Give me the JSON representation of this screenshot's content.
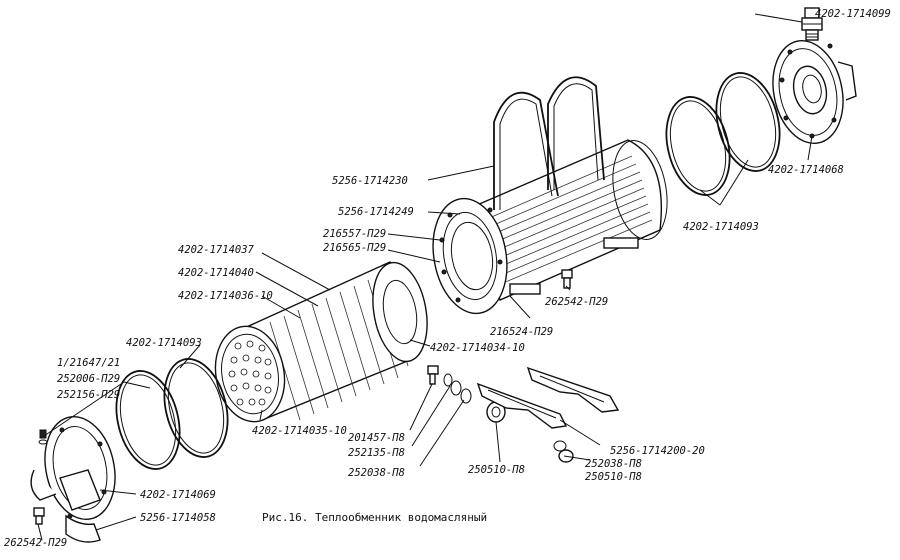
{
  "caption": "Рис.16. Теплообменник водомасляный",
  "labels": {
    "l_4202_1714099": "4202-1714099",
    "l_4202_1714068": "4202-1714068",
    "l_4202_1714093_r": "4202-1714093",
    "l_5256_1714230": "5256-1714230",
    "l_5256_1714249": "5256-1714249",
    "l_216557_p29": "216557-П29",
    "l_216565_p29": "216565-П29",
    "l_4202_1714037": "4202-1714037",
    "l_4202_1714040": "4202-1714040",
    "l_4202_1714036_10": "4202-1714036-10",
    "l_262542_p29_c": "262542-П29",
    "l_216524_p29": "216524-П29",
    "l_4202_1714034_10": "4202-1714034-10",
    "l_4202_1714093_l": "4202-1714093",
    "l_1_21647_21": "1/21647/21",
    "l_252006_p29": "252006-П29",
    "l_252156_p29": "252156-П29",
    "l_4202_1714035_10": "4202-1714035-10",
    "l_201457_p8": "201457-П8",
    "l_252135_p8": "252135-П8",
    "l_252038_p8_a": "252038-П8",
    "l_250510_p8_a": "250510-П8",
    "l_5256_1714200_20": "5256-1714200-20",
    "l_252038_p8_b": "252038-П8",
    "l_250510_p8_b": "250510-П8",
    "l_4202_1714069": "4202-1714069",
    "l_5256_1714058": "5256-1714058",
    "l_262542_p29_l": "262542-П29"
  }
}
